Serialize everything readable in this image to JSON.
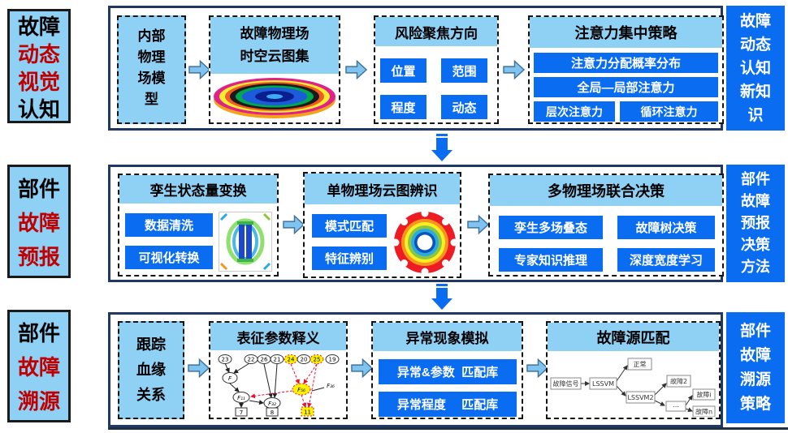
{
  "colors": {
    "light_blue": "#8FD0F5",
    "bright_blue": "#0A6CF0",
    "red_accent": "#C00000",
    "container_border": "#1F3864",
    "arrow_fill": "#7FC4EE",
    "arrow_outline": "#41719C"
  },
  "rows": [
    {
      "side_label": {
        "lines": [
          "故障",
          "动态",
          "视觉",
          "认知"
        ]
      },
      "internal_field": {
        "lines": [
          "内部",
          "物理",
          "场模",
          "型"
        ]
      },
      "cloud_atlas": {
        "title_lines": [
          "故障物理场",
          "时空云图集"
        ]
      },
      "risk_focus": {
        "title": "风险聚焦方向",
        "buttons": [
          "位置",
          "范围",
          "程度",
          "动态"
        ]
      },
      "attention": {
        "title": "注意力集中策略",
        "buttons": [
          "注意力分配概率分布",
          "全局—局部注意力",
          "层次注意力",
          "循环注意力"
        ]
      },
      "right_label": {
        "lines": [
          "故障",
          "动态",
          "认知",
          "新知",
          "识"
        ]
      }
    },
    {
      "side_label": {
        "lines": [
          "部件",
          "故障",
          "预报"
        ]
      },
      "twin_transform": {
        "title": "孪生状态量变换",
        "buttons": [
          "数据清洗",
          "可视化转换"
        ]
      },
      "single_field": {
        "title": "单物理场云图辨识",
        "buttons": [
          "模式匹配",
          "特征辨别"
        ]
      },
      "multi_field": {
        "title": "多物理场联合决策",
        "buttons": [
          "孪生多场叠态",
          "故障树决策",
          "专家知识推理",
          "深度宽度学习"
        ]
      },
      "right_label": {
        "lines": [
          "部件",
          "故障",
          "预报",
          "决策",
          "方法"
        ]
      }
    },
    {
      "side_label": {
        "lines": [
          "部件",
          "故障",
          "溯源"
        ]
      },
      "lineage": {
        "lines": [
          "跟踪",
          "血缘",
          "关系"
        ]
      },
      "param_meaning": {
        "title": "表征参数释义",
        "graph": {
          "top": [
            "23",
            "22",
            "26",
            "21",
            "24",
            "20",
            "25",
            "19"
          ],
          "mid": [
            "F",
            "F₁₁",
            "F₃₂",
            "F₅₆",
            "F₃₆"
          ],
          "bottom": [
            "7",
            "8",
            "11"
          ]
        }
      },
      "anomaly_sim": {
        "title": "异常现象模拟",
        "buttons": [
          "异常&参数  匹配库",
          "异常程度　 匹配库"
        ]
      },
      "fault_match": {
        "title": "故障源匹配",
        "tree": [
          "故障信号",
          "LSSVM",
          "正常",
          "LSSVM2",
          "故障2",
          "⋯",
          "故障i",
          "故障n"
        ]
      },
      "right_label": {
        "lines": [
          "部件",
          "故障",
          "溯源",
          "策略"
        ]
      }
    }
  ]
}
